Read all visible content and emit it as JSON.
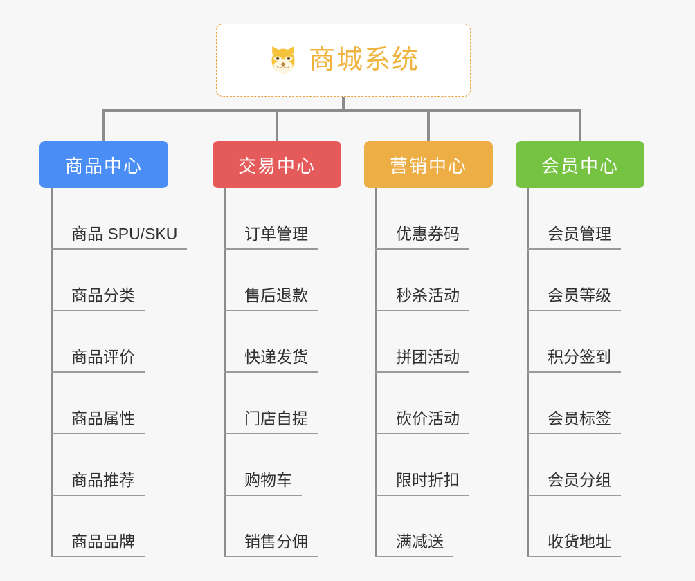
{
  "root": {
    "title": "商城系统",
    "icon": "dog-face-icon",
    "color": "#efb33f",
    "border_color": "#e8a33d"
  },
  "background_color": "#f7f7f7",
  "connector_color": "#8c8c8c",
  "categories": [
    {
      "label": "商品中心",
      "color": "#4a8ef5",
      "items": [
        "商品 SPU/SKU",
        "商品分类",
        "商品评价",
        "商品属性",
        "商品推荐",
        "商品品牌"
      ]
    },
    {
      "label": "交易中心",
      "color": "#e55b5b",
      "items": [
        "订单管理",
        "售后退款",
        "快递发货",
        "门店自提",
        "购物车",
        "销售分佣"
      ]
    },
    {
      "label": "营销中心",
      "color": "#eeae46",
      "items": [
        "优惠券码",
        "秒杀活动",
        "拼团活动",
        "砍价活动",
        "限时折扣",
        "满减送"
      ]
    },
    {
      "label": "会员中心",
      "color": "#76c344",
      "items": [
        "会员管理",
        "会员等级",
        "积分签到",
        "会员标签",
        "会员分组",
        "收货地址"
      ]
    }
  ]
}
